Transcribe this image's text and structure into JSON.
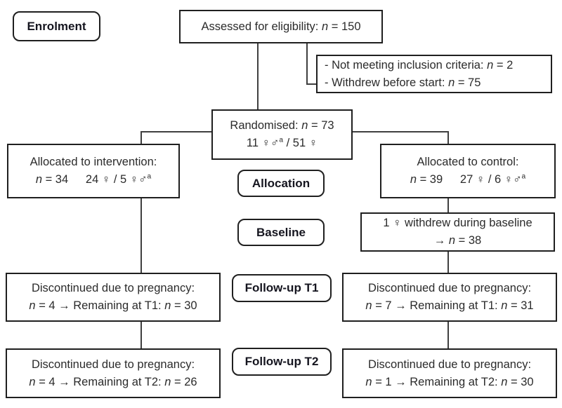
{
  "labels": {
    "enrolment": "Enrolment",
    "allocation": "Allocation",
    "baseline": "Baseline",
    "followup_t1": "Follow-up T1",
    "followup_t2": "Follow-up T2"
  },
  "boxes": {
    "assessed": {
      "lines": [
        [
          {
            "t": "Assessed for eligibility: "
          },
          {
            "t": "n",
            "i": true
          },
          {
            "t": " = 150"
          }
        ]
      ]
    },
    "exclusion": {
      "lines": [
        [
          {
            "t": "- Not meeting inclusion criteria: "
          },
          {
            "t": "n",
            "i": true
          },
          {
            "t": " = 2"
          }
        ],
        [
          {
            "t": "- Withdrew before start: "
          },
          {
            "t": "n",
            "i": true
          },
          {
            "t": " = 75"
          }
        ]
      ]
    },
    "randomised": {
      "lines": [
        [
          {
            "t": "Randomised: "
          },
          {
            "t": "n",
            "i": true
          },
          {
            "t": " = 73"
          }
        ],
        [
          {
            "t": "11 ♀♂"
          },
          {
            "t": "a",
            "sup": true
          },
          {
            "t": " / 51 ♀"
          }
        ]
      ]
    },
    "intervention": {
      "lines": [
        [
          {
            "t": "Allocated to intervention:"
          }
        ],
        [
          {
            "t": "n",
            "i": true
          },
          {
            "t": " = 34"
          },
          {
            "t": "  "
          },
          {
            "t": "24 ♀ / 5 ♀♂"
          },
          {
            "t": "a",
            "sup": true
          }
        ]
      ]
    },
    "control": {
      "lines": [
        [
          {
            "t": "Allocated to control:"
          }
        ],
        [
          {
            "t": "n",
            "i": true
          },
          {
            "t": " = 39"
          },
          {
            "t": "  "
          },
          {
            "t": "27 ♀ / 6 ♀♂"
          },
          {
            "t": "a",
            "sup": true
          }
        ]
      ]
    },
    "baseline_withdrawal": {
      "lines": [
        [
          {
            "t": "1 ♀ withdrew during baseline"
          }
        ],
        [
          {
            "t": "→ "
          },
          {
            "t": "n",
            "i": true
          },
          {
            "t": " = 38"
          }
        ]
      ]
    },
    "t1_intervention": {
      "lines": [
        [
          {
            "t": "Discontinued due to pregnancy:"
          }
        ],
        [
          {
            "t": "n",
            "i": true
          },
          {
            "t": " = 4 → Remaining at T1: "
          },
          {
            "t": "n",
            "i": true
          },
          {
            "t": " = 30"
          }
        ]
      ]
    },
    "t1_control": {
      "lines": [
        [
          {
            "t": "Discontinued due to pregnancy:"
          }
        ],
        [
          {
            "t": "n",
            "i": true
          },
          {
            "t": " = 7 → Remaining at T1: "
          },
          {
            "t": "n",
            "i": true
          },
          {
            "t": " = 31"
          }
        ]
      ]
    },
    "t2_intervention": {
      "lines": [
        [
          {
            "t": "Discontinued due to pregnancy:"
          }
        ],
        [
          {
            "t": "n",
            "i": true
          },
          {
            "t": " = 4 → Remaining at T2: "
          },
          {
            "t": "n",
            "i": true
          },
          {
            "t": " = 26"
          }
        ]
      ]
    },
    "t2_control": {
      "lines": [
        [
          {
            "t": "Discontinued due to pregnancy:"
          }
        ],
        [
          {
            "t": "n",
            "i": true
          },
          {
            "t": " = 1 → Remaining at T2: "
          },
          {
            "t": "n",
            "i": true
          },
          {
            "t": " = 30"
          }
        ]
      ]
    }
  },
  "colors": {
    "box_border": "#1f1f1f",
    "text": "#2b2b2b",
    "connector": "#3f3f3f",
    "background": "#ffffff"
  }
}
